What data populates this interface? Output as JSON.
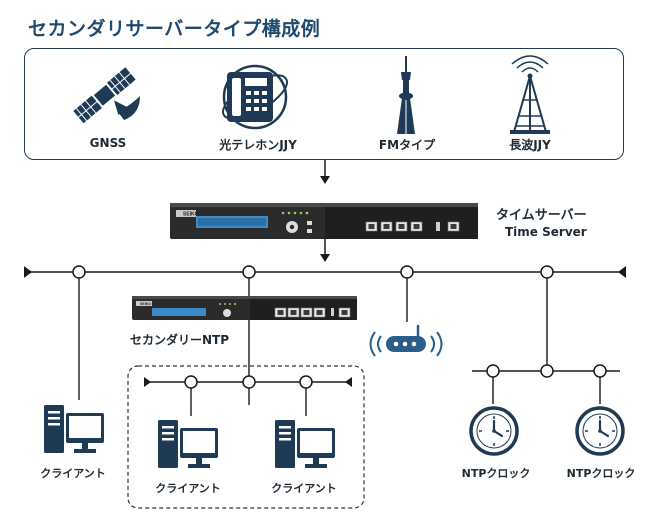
{
  "title": "セカンダリサーバータイプ構成例",
  "sources": [
    {
      "label": "GNSS",
      "icon": "satellite-icon"
    },
    {
      "label": "光テレホンJJY",
      "icon": "telephone-icon"
    },
    {
      "label": "FMタイプ",
      "icon": "radio-tower-icon"
    },
    {
      "label": "長波JJY",
      "icon": "longwave-antenna-icon"
    }
  ],
  "time_server": {
    "label_ja": "タイムサーバー",
    "label_en": "Time Server",
    "brand": "SEIKO"
  },
  "secondary": {
    "label": "セカンダリーNTP",
    "brand": "SEIKO"
  },
  "clients": {
    "left": "クライアント",
    "sub1": "クライアント",
    "sub2": "クライアント"
  },
  "clocks": {
    "a": "NTPクロック",
    "b": "NTPクロック"
  },
  "colors": {
    "navy": "#1f3a54",
    "accent": "#2a5d8a",
    "line": "#1a1a1a",
    "lcd": "#2d7cb5"
  }
}
